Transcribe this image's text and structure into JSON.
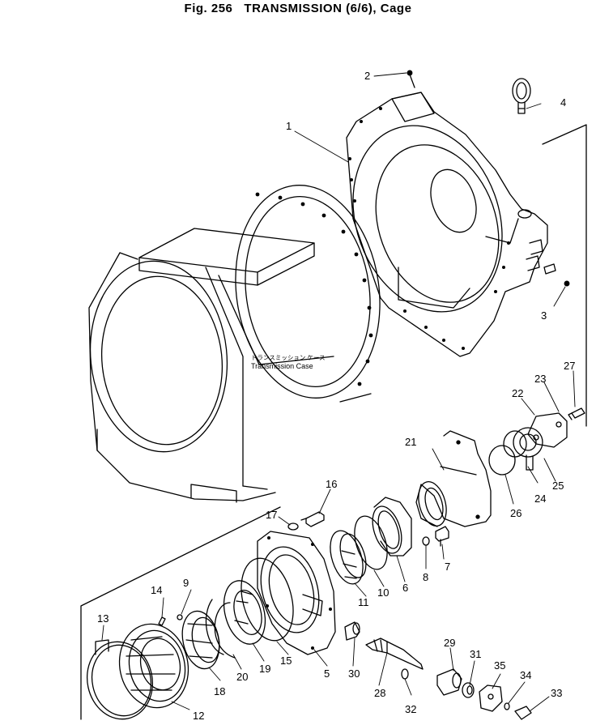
{
  "figure": {
    "number": "Fig. 256",
    "title": "TRANSMISSION (6/6), Cage"
  },
  "annotation": {
    "label_jp": "トランスミッション ケース",
    "label_en": "Transmission Case"
  },
  "callouts": {
    "c1": "1",
    "c2": "2",
    "c3": "3",
    "c4": "4",
    "c5": "5",
    "c6": "6",
    "c7": "7",
    "c8": "8",
    "c9": "9",
    "c10": "10",
    "c11": "11",
    "c12": "12",
    "c13": "13",
    "c14": "14",
    "c15": "15",
    "c16": "16",
    "c17": "17",
    "c18": "18",
    "c19": "19",
    "c20": "20",
    "c21": "21",
    "c22": "22",
    "c23": "23",
    "c24": "24",
    "c25": "25",
    "c26": "26",
    "c27": "27",
    "c28": "28",
    "c29": "29",
    "c30": "30",
    "c31": "31",
    "c32": "32",
    "c33": "33",
    "c34": "34",
    "c35": "35"
  }
}
